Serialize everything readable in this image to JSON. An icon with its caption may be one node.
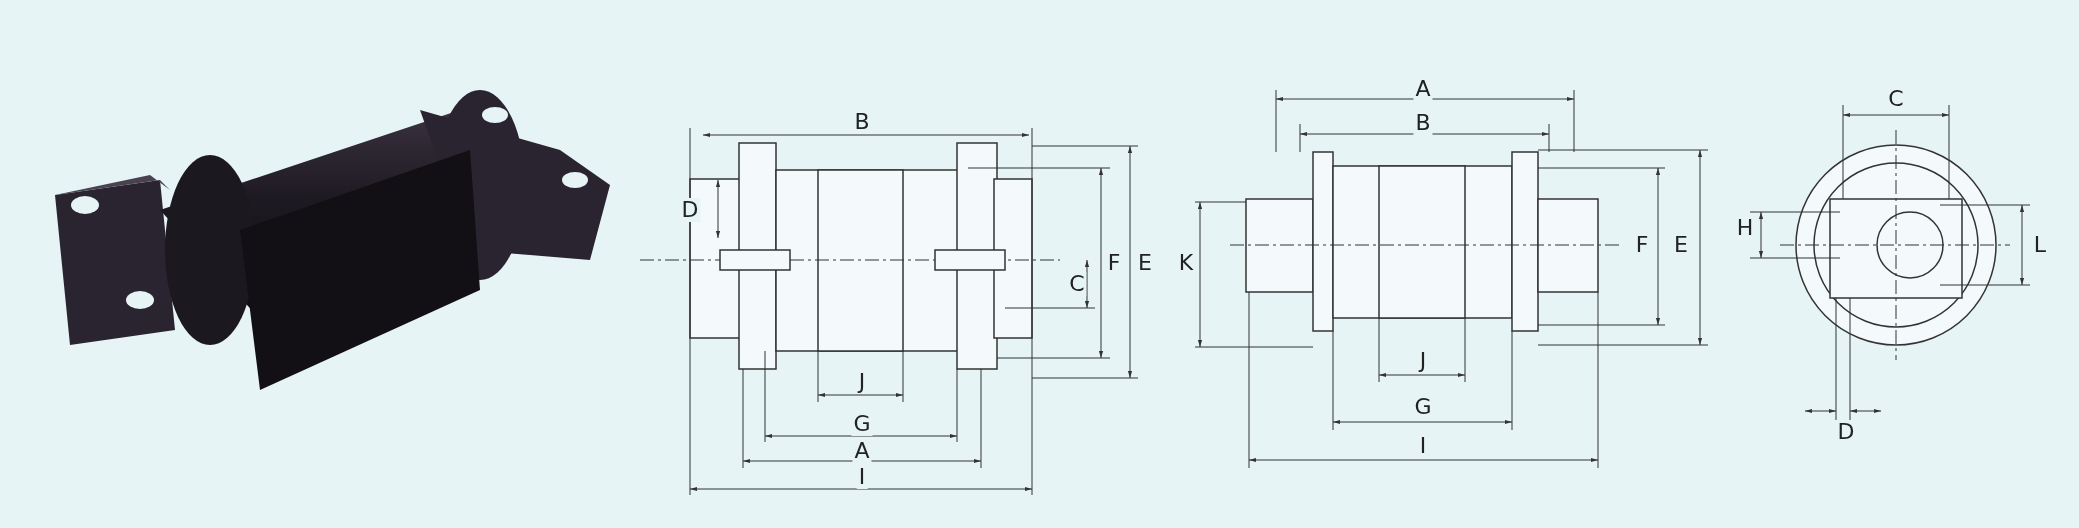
{
  "diagram": {
    "labels": [
      "B",
      "D",
      "C",
      "F",
      "E",
      "J",
      "G",
      "A",
      "I",
      "A",
      "B",
      "K",
      "F",
      "E",
      "J",
      "G",
      "I",
      "C",
      "H",
      "L",
      "D"
    ]
  }
}
